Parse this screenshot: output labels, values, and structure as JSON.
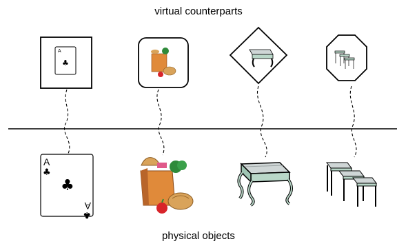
{
  "labels": {
    "top": "virtual counterparts",
    "bottom": "physical objects"
  },
  "items": [
    {
      "id": "card",
      "icon": "ace-of-clubs-card-icon",
      "frame": "square"
    },
    {
      "id": "groceries",
      "icon": "grocery-bag-icon",
      "frame": "rounded-square"
    },
    {
      "id": "table",
      "icon": "table-icon",
      "frame": "diamond"
    },
    {
      "id": "nesting-tables",
      "icon": "nesting-tables-icon",
      "frame": "octagon"
    }
  ],
  "card": {
    "rank": "A",
    "suit": "♣"
  },
  "colors": {
    "line": "#000000",
    "bag": "#e08a3a",
    "bag_dark": "#b8652a",
    "bread": "#d9a35a",
    "greens": "#2f8a3a",
    "apple": "#d8242a",
    "table_top": "#cfd6d6",
    "table_body": "#b9d7c8",
    "table_leg": "#7f9a8c"
  }
}
